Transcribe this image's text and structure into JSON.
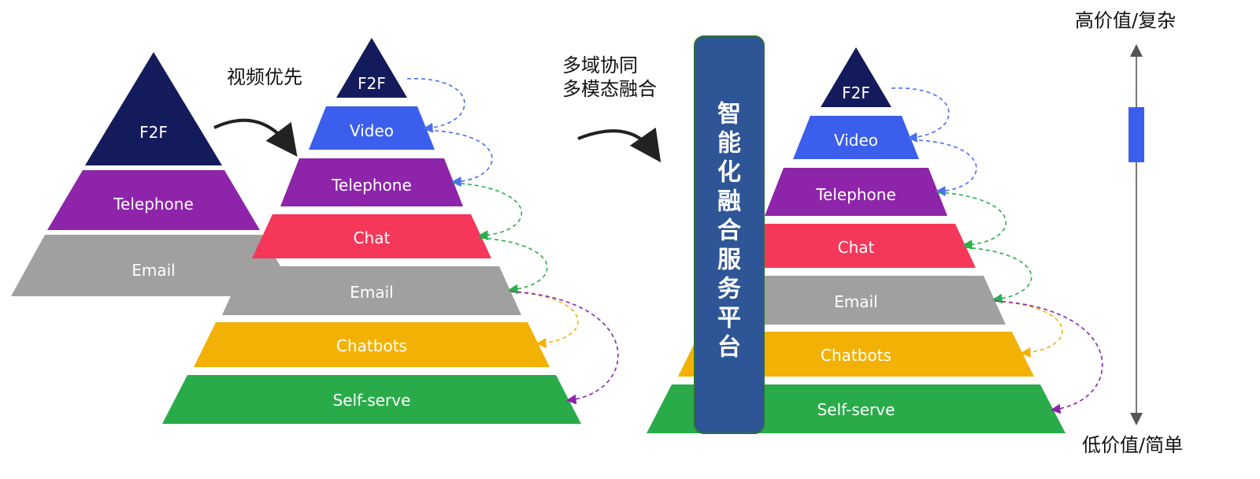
{
  "colors": {
    "f2f": "#141b5c",
    "video": "#3b5fec",
    "telephone": "#8e24aa",
    "chat": "#f5375a",
    "email": "#a0a0a0",
    "chatbots": "#f2b104",
    "self_serve": "#2aab4a",
    "platform": "#2e5596",
    "scale_marker": "#3b5fec",
    "arrow_blue": "#4a6ff0",
    "arrow_green": "#2ab04a",
    "arrow_orange": "#f2b104",
    "arrow_purple": "#8e24aa"
  },
  "pyramid_old": {
    "tiers": [
      "F2F",
      "Telephone",
      "Email"
    ]
  },
  "caption_video_first": "视频优先",
  "pyramid_video": {
    "tiers": [
      "F2F",
      "Video",
      "Telephone",
      "Chat",
      "Email",
      "Chatbots",
      "Self-serve"
    ]
  },
  "caption_fusion": {
    "line1": "多域协同",
    "line2": "多模态融合"
  },
  "platform": {
    "chars": [
      "智",
      "能",
      "化",
      "融",
      "合",
      "服",
      "务",
      "平",
      "台"
    ]
  },
  "pyramid_smart": {
    "tiers": [
      "F2F",
      "Video",
      "Telephone",
      "Chat",
      "Email",
      "Chatbots",
      "Self-serve"
    ]
  },
  "scale": {
    "top_label": "高价值/复杂",
    "bottom_label": "低价值/简单"
  }
}
